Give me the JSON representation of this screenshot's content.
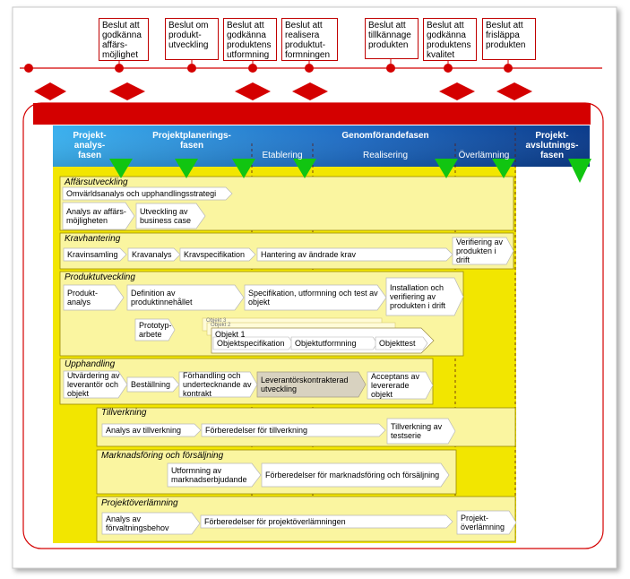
{
  "decisions": [
    "Beslut att godkänna affärs-möjlighet",
    "Beslut om produkt-utveckling",
    "Beslut att godkänna produktens utformning",
    "Beslut att realisera produktut-formningen",
    "Beslut att tillkännage produkten",
    "Beslut att godkänna produktens kvalitet",
    "Beslut att frisläppa produkten"
  ],
  "phases": {
    "analys": "Projekt-analys-fasen",
    "planering": "Projektplanerings-fasen",
    "genomforande": "Genomförandefasen",
    "etablering": "Etablering",
    "realisering": "Realisering",
    "overlamning": "Överlämning",
    "avslutning": "Projekt-avslutnings-fasen"
  },
  "sections": {
    "affarsutveckling": {
      "title": "Affärsutveckling",
      "a1": "Omvärldsanalys och upphandlingsstrategi",
      "a2": "Analys av affärs-möjligheten",
      "a3": "Utveckling av business case"
    },
    "kravhantering": {
      "title": "Kravhantering",
      "a1": "Kravinsamling",
      "a2": "Kravanalys",
      "a3": "Kravspecifikation",
      "a4": "Hantering av ändrade krav",
      "a5": "Verifiering av produkten i drift"
    },
    "produktutveckling": {
      "title": "Produktutveckling",
      "a1": "Produkt-analys",
      "a2": "Definition av produktinnehållet",
      "a3": "Specifikation, utformning och test av objekt",
      "a4": "Installation och verifiering av produkten i drift",
      "a5": "Prototyp-arbete",
      "obj3": "Objekt 3",
      "obj2": "Objekt 2",
      "obj1": "Objekt 1",
      "spec": "Objektspecifikation",
      "utf": "Objektutformning",
      "test": "Objekttest"
    },
    "upphandling": {
      "title": "Upphandling",
      "a1": "Utvärdering av leverantör och objekt",
      "a2": "Beställning",
      "a3": "Förhandling och undertecknande av kontrakt",
      "a4": "Leverantörskontrakterad utveckling",
      "a5": "Acceptans av levererade objekt"
    },
    "tillverkning": {
      "title": "Tillverkning",
      "a1": "Analys av tillverkning",
      "a2": "Förberedelser för tillverkning",
      "a3": "Tillverkning av testserie"
    },
    "marknad": {
      "title": "Marknadsföring och försäljning",
      "a1": "Utformning av marknadserbjudande",
      "a2": "Förberedelser för marknadsföring och försäljning"
    },
    "overlamning": {
      "title": "Projektöverlämning",
      "a1": "Analys av förvaltningsbehov",
      "a2": "Förberedelser för projektöverlämningen",
      "a3": "Projekt-överlämning"
    }
  },
  "colors": {
    "red": "#d40000",
    "yellow": "#f2e600",
    "section": "#faf5a0",
    "blue_dark": "#0a3f8f",
    "blue_light": "#3aa8e8",
    "green": "#11c511"
  }
}
